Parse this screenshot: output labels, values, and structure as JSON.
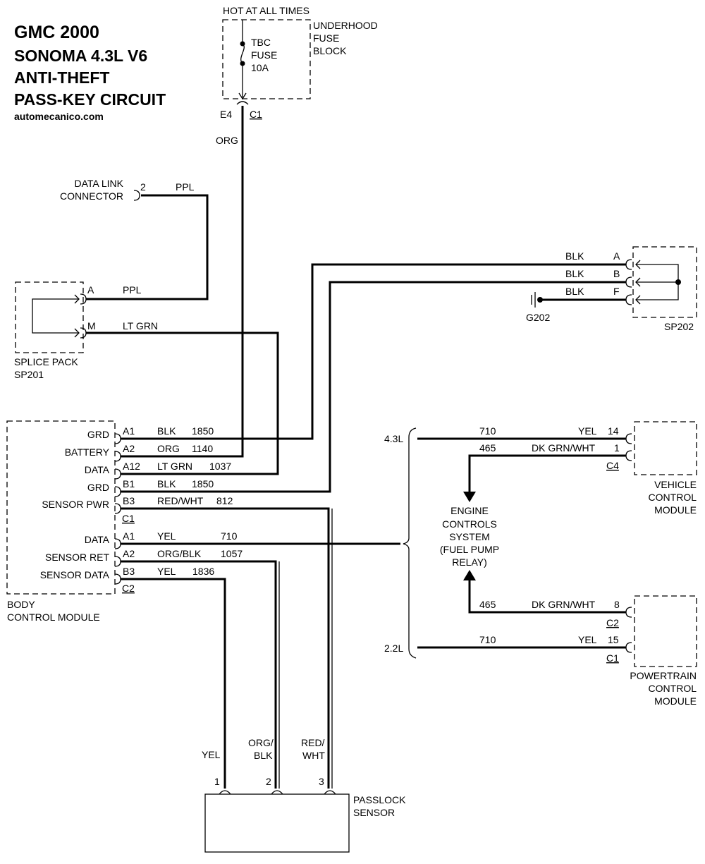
{
  "title": {
    "line1": "GMC 2000",
    "line2": "SONOMA 4.3L V6",
    "line3": "ANTI-THEFT",
    "line4": "PASS-KEY CIRCUIT",
    "site": "automecanico.com"
  },
  "fuse_block": {
    "hot_label": "HOT AT ALL TIMES",
    "name_lines": [
      "UNDERHOOD",
      "FUSE",
      "BLOCK"
    ],
    "fuse_lines": [
      "TBC",
      "FUSE",
      "10A"
    ],
    "pin": "E4",
    "connector": "C1",
    "wire_color": "ORG"
  },
  "data_link": {
    "name_lines": [
      "DATA LINK",
      "CONNECTOR"
    ],
    "pin": "2",
    "wire": "PPL"
  },
  "sp201": {
    "name_lines": [
      "SPLICE PACK",
      "SP201"
    ],
    "pin_a": "A",
    "wire_a": "PPL",
    "pin_m": "M",
    "wire_m": "LT GRN"
  },
  "sp202": {
    "name": "SP202",
    "rows": [
      {
        "wire": "BLK",
        "pin": "A"
      },
      {
        "wire": "BLK",
        "pin": "B"
      },
      {
        "wire": "BLK",
        "pin": "F"
      }
    ],
    "ground": "G202"
  },
  "bcm": {
    "name_lines": [
      "BODY",
      "CONTROL MODULE"
    ],
    "rows": [
      {
        "func": "GRD",
        "pin": "A1",
        "color": "BLK",
        "circuit": "1850"
      },
      {
        "func": "BATTERY",
        "pin": "A2",
        "color": "ORG",
        "circuit": "1140"
      },
      {
        "func": "DATA",
        "pin": "A12",
        "color": "LT GRN",
        "circuit": "1037"
      },
      {
        "func": "GRD",
        "pin": "B1",
        "color": "BLK",
        "circuit": "1850"
      },
      {
        "func": "SENSOR PWR",
        "pin": "B3",
        "color": "RED/WHT",
        "circuit": "812"
      },
      {
        "func": "DATA",
        "pin": "A1",
        "color": "YEL",
        "circuit": "710"
      },
      {
        "func": "SENSOR RET",
        "pin": "A2",
        "color": "ORG/BLK",
        "circuit": "1057"
      },
      {
        "func": "SENSOR DATA",
        "pin": "B3",
        "color": "YEL",
        "circuit": "1836"
      }
    ],
    "connector_c1": "C1",
    "connector_c2": "C2"
  },
  "engine_side": {
    "label_43": "4.3L",
    "label_22": "2.2L",
    "system_lines": [
      "ENGINE",
      "CONTROLS",
      "SYSTEM",
      "(FUEL PUMP",
      "RELAY)"
    ]
  },
  "vcm": {
    "name_lines": [
      "VEHICLE",
      "CONTROL",
      "MODULE"
    ],
    "row1": {
      "circuit": "710",
      "color": "YEL",
      "pin": "14"
    },
    "row2": {
      "circuit": "465",
      "color": "DK GRN/WHT",
      "pin": "1"
    },
    "connector": "C4"
  },
  "pcm": {
    "name_lines": [
      "POWERTRAIN",
      "CONTROL",
      "MODULE"
    ],
    "row1": {
      "circuit": "465",
      "color": "DK GRN/WHT",
      "pin": "8"
    },
    "connector_a": "C2",
    "row2": {
      "circuit": "710",
      "color": "YEL",
      "pin": "15"
    },
    "connector_b": "C1"
  },
  "passlock": {
    "name_lines": [
      "PASSLOCK",
      "SENSOR"
    ],
    "pins": [
      "1",
      "2",
      "3"
    ],
    "wire_yel": "YEL",
    "wire_orgblk_lines": [
      "ORG/",
      "BLK"
    ],
    "wire_redwht_lines": [
      "RED/",
      "WHT"
    ]
  }
}
